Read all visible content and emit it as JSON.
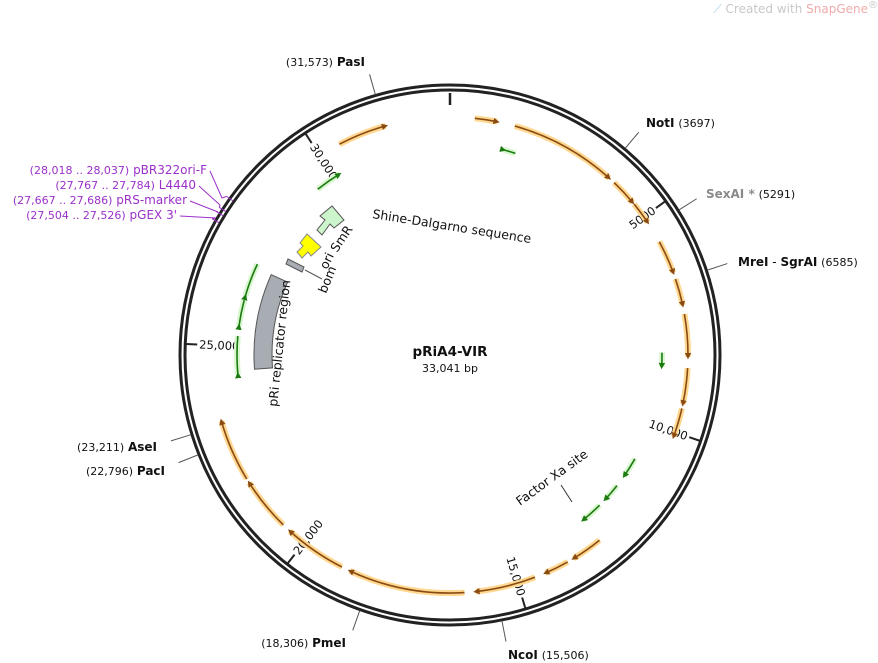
{
  "watermark": {
    "prefix": "Created with ",
    "brand": "SnapGene",
    "suffix": "®",
    "icon": "snapgene-logo-icon"
  },
  "plasmid": {
    "name": "pRiA4-VIR",
    "length_label": "33,041 bp",
    "length": 33041
  },
  "colors": {
    "backbone": "#222222",
    "orange_fill": "#ffd891",
    "orange_core": "#8a4b12",
    "green_fill": "#d9f7cf",
    "green_core": "#1b7a10",
    "site_text": "#111111",
    "site_unique_gray": "#8a8a8a",
    "primer": "#9b30c9",
    "ori_fill": "#ffff00",
    "smr_fill": "#ccf5cc",
    "region_fill": "#a8adb3"
  },
  "ticks": [
    {
      "pos": 5000,
      "label": "5000"
    },
    {
      "pos": 10000,
      "label": "10,000"
    },
    {
      "pos": 15000,
      "label": "15,000"
    },
    {
      "pos": 20000,
      "label": "20,000"
    },
    {
      "pos": 25000,
      "label": "25,000"
    },
    {
      "pos": 30000,
      "label": "30,000"
    }
  ],
  "sites": [
    {
      "name": "PasI",
      "coord": "(31,573)",
      "pos": 31573,
      "style": "normal"
    },
    {
      "name": "NotI",
      "coord": "(3697)",
      "pos": 3697,
      "style": "normal"
    },
    {
      "name": "SexAI *",
      "coord": "(5291)",
      "pos": 5291,
      "style": "gray"
    },
    {
      "name": "MreI",
      "name2": "SgrAI",
      "sep": " - ",
      "coord": "(6585)",
      "pos": 6585,
      "style": "normal"
    },
    {
      "name": "NcoI",
      "coord": "(15,506)",
      "pos": 15506,
      "style": "normal"
    },
    {
      "name": "PmeI",
      "coord": "(18,306)",
      "pos": 18306,
      "style": "normal"
    },
    {
      "name": "PacI",
      "coord": "(22,796)",
      "pos": 22796,
      "style": "normal"
    },
    {
      "name": "AseI",
      "coord": "(23,211)",
      "pos": 23211,
      "style": "normal"
    }
  ],
  "primers": [
    {
      "name": "pBR322ori-F",
      "coord": "(28,018 .. 28,037)",
      "pos": 28027
    },
    {
      "name": "L4440",
      "coord": "(27,767 .. 27,784)",
      "pos": 27775
    },
    {
      "name": "pRS-marker",
      "coord": "(27,667 .. 27,686)",
      "pos": 27676
    },
    {
      "name": "pGEX 3'",
      "coord": "(27,504 .. 27,526)",
      "pos": 27515
    }
  ],
  "features": {
    "orange": [
      {
        "start": 550,
        "end": 1050,
        "dir": 1
      },
      {
        "start": 1450,
        "end": 3850,
        "dir": 1
      },
      {
        "start": 4000,
        "end": 4600,
        "dir": 1
      },
      {
        "start": 4650,
        "end": 5150,
        "dir": 1
      },
      {
        "start": 5650,
        "end": 6400,
        "dir": 1
      },
      {
        "start": 6550,
        "end": 7150,
        "dir": 1
      },
      {
        "start": 7350,
        "end": 8300,
        "dir": 1
      },
      {
        "start": 8550,
        "end": 9350,
        "dir": 1
      },
      {
        "start": 9450,
        "end": 10100,
        "dir": 1
      },
      {
        "start": 12950,
        "end": 13650,
        "dir": 1
      },
      {
        "start": 13800,
        "end": 14350,
        "dir": 1
      },
      {
        "start": 14600,
        "end": 15950,
        "dir": 1
      },
      {
        "start": 16200,
        "end": 18800,
        "dir": 1
      },
      {
        "start": 19000,
        "end": 20400,
        "dir": 1
      },
      {
        "start": 20600,
        "end": 21800,
        "dir": 1
      },
      {
        "start": 21900,
        "end": 23300,
        "dir": 1
      },
      {
        "start": 30500,
        "end": 31600,
        "dir": 1
      }
    ],
    "green": [
      {
        "start": 1350,
        "end": 1650,
        "dir": -1
      },
      {
        "start": 29500,
        "end": 30150,
        "dir": 1
      },
      {
        "start": 26250,
        "end": 27100,
        "dir": -1
      },
      {
        "start": 25500,
        "end": 26150,
        "dir": -1
      },
      {
        "start": 24300,
        "end": 25250,
        "dir": -1
      },
      {
        "start": 8200,
        "end": 8550,
        "dir": 1
      },
      {
        "start": 10950,
        "end": 11450,
        "dir": 1
      },
      {
        "start": 11750,
        "end": 12200,
        "dir": 1
      },
      {
        "start": 12400,
        "end": 12950,
        "dir": 1
      }
    ]
  },
  "annotations": {
    "shine": "Shine-Dalgarno sequence",
    "factor_xa": "Factor Xa site",
    "ori": "ori",
    "smr": "SmR",
    "bom": "bom",
    "pri": "pRi replicator region"
  }
}
